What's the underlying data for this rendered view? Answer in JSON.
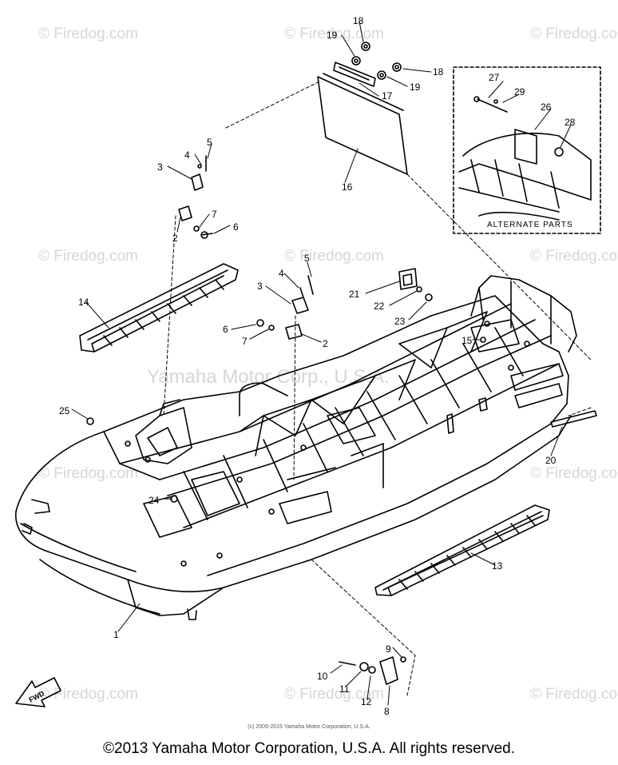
{
  "watermarks": {
    "brand": "© Firedog.com",
    "center": "Yamaha Motor Corp., U.S.A."
  },
  "alternate_parts_label": "ALTERNATE PARTS",
  "fwd_label": "FWD",
  "part_numbers": {
    "p1": "1",
    "p2a": "2",
    "p2b": "2",
    "p3a": "3",
    "p3b": "3",
    "p4a": "4",
    "p4b": "4",
    "p5a": "5",
    "p5b": "5",
    "p6a": "6",
    "p6b": "6",
    "p7a": "7",
    "p7b": "7",
    "p8": "8",
    "p9": "9",
    "p10": "10",
    "p11": "11",
    "p12": "12",
    "p13": "13",
    "p14": "14",
    "p15": "15",
    "p16": "16",
    "p17": "17",
    "p18a": "18",
    "p18b": "18",
    "p19a": "19",
    "p19b": "19",
    "p20": "20",
    "p21": "21",
    "p22": "22",
    "p23": "23",
    "p24": "24",
    "p25": "25",
    "p26": "26",
    "p27": "27",
    "p28": "28",
    "p29": "29"
  },
  "footer": {
    "small": "(c) 2005-2015 Yamaha Motor Corporation, U.S.A.",
    "main": "©2013 Yamaha Motor Corporation, U.S.A. All rights reserved."
  }
}
